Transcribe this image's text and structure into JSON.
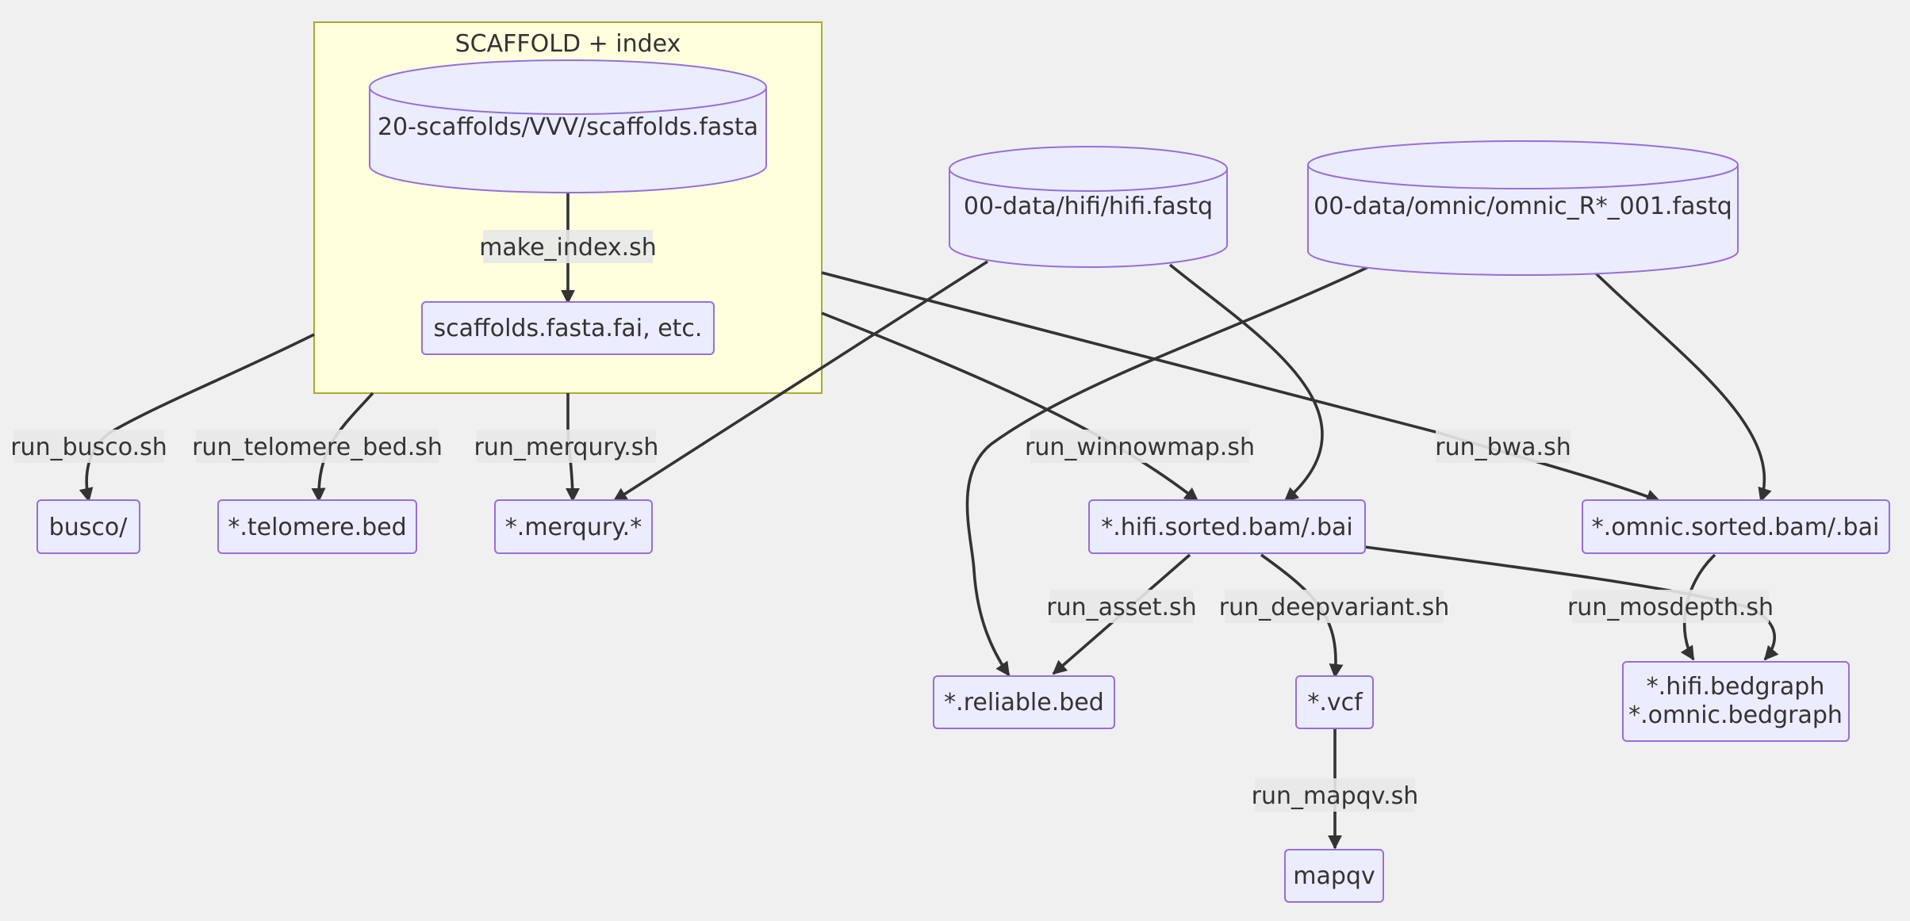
{
  "diagram": {
    "cluster_title": "SCAFFOLD + index",
    "nodes": {
      "scaffolds_fasta": "20-scaffolds/VVV/scaffolds.fasta",
      "scaffolds_index": "scaffolds.fasta.fai, etc.",
      "hifi_fastq": "00-data/hifi/hifi.fastq",
      "omnic_fastq": "00-data/omnic/omnic_R*_001.fastq",
      "busco": "busco/",
      "telomere_bed": "*.telomere.bed",
      "merqury": "*.merqury.*",
      "hifi_bam": "*.hifi.sorted.bam/.bai",
      "omnic_bam": "*.omnic.sorted.bam/.bai",
      "reliable_bed": "*.reliable.bed",
      "vcf": "*.vcf",
      "bedgraph_line1": "*.hifi.bedgraph",
      "bedgraph_line2": "*.omnic.bedgraph",
      "mapqv": "mapqv"
    },
    "edges": {
      "make_index": "make_index.sh",
      "run_busco": "run_busco.sh",
      "run_telomere_bed": "run_telomere_bed.sh",
      "run_merqury": "run_merqury.sh",
      "run_winnowmap": "run_winnowmap.sh",
      "run_bwa": "run_bwa.sh",
      "run_asset": "run_asset.sh",
      "run_deepvariant": "run_deepvariant.sh",
      "run_mosdepth": "run_mosdepth.sh",
      "run_mapqv": "run_mapqv.sh"
    }
  }
}
